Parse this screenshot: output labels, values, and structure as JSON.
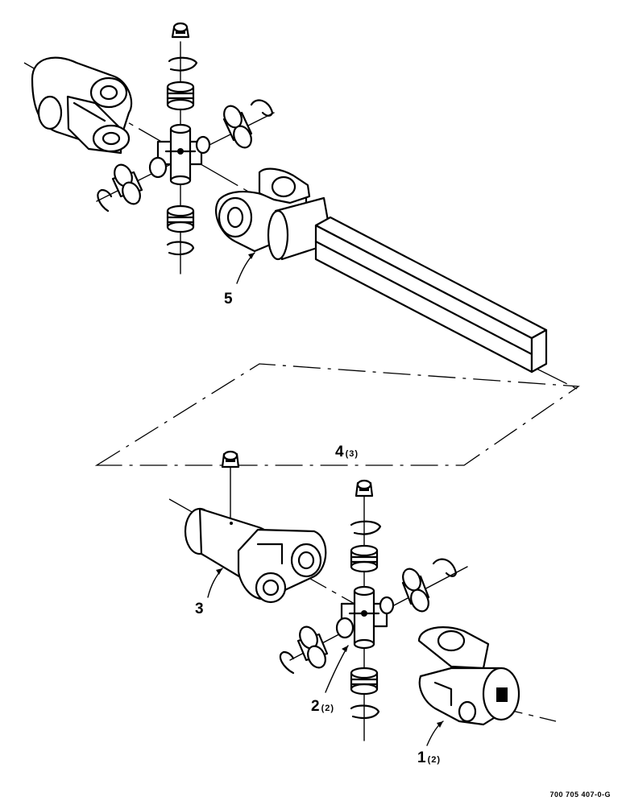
{
  "figure": {
    "reference": "700 705 407-0-G"
  },
  "callouts": [
    {
      "id": "5",
      "qty": ""
    },
    {
      "id": "3",
      "qty": ""
    },
    {
      "id": "4",
      "qty": "(3)"
    },
    {
      "id": "2",
      "qty": "(2)"
    },
    {
      "id": "1",
      "qty": "(2)"
    }
  ]
}
